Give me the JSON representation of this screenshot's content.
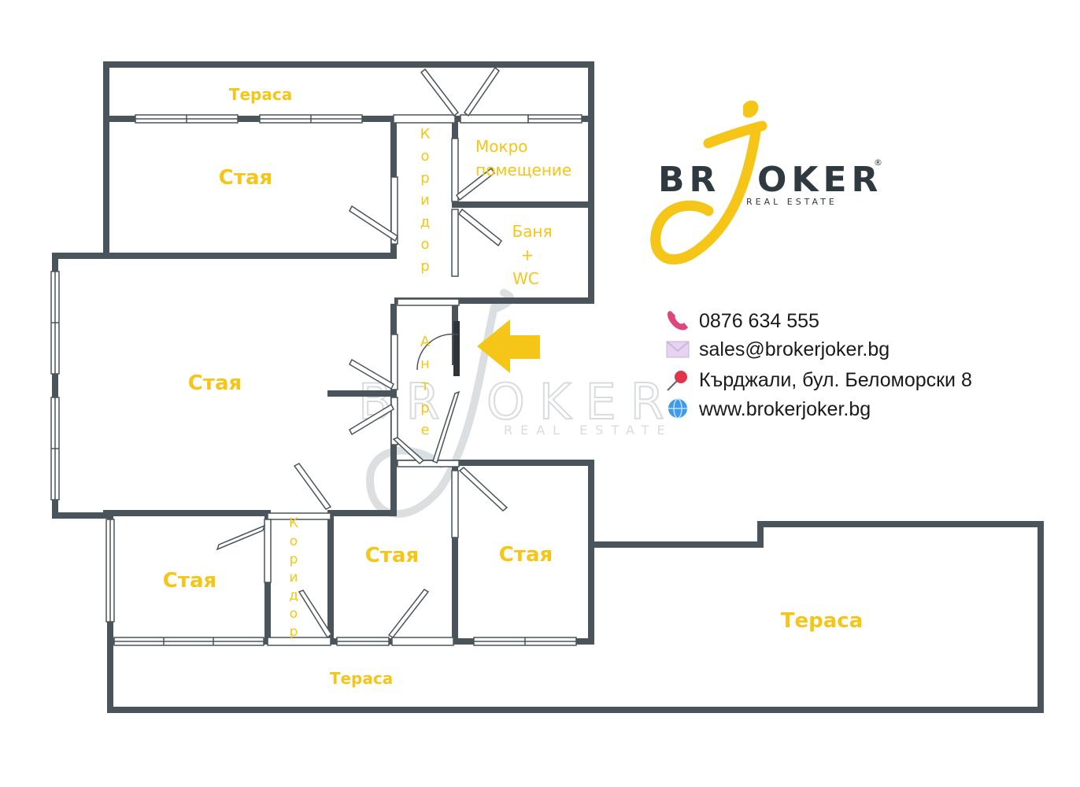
{
  "brand": {
    "name": "BR",
    "name_rest": "OKER",
    "registered": "®",
    "tagline": "REAL ESTATE",
    "accent_color": "#f5c518",
    "wall_color": "#4a545b"
  },
  "rooms": {
    "terrace_top": "Тераса",
    "room_top": "Стая",
    "room_big": "Стая",
    "room_bottom_left": "Стая",
    "room_bottom_mid": "Стая",
    "room_bottom_right": "Стая",
    "terrace_bottom": "Тераса",
    "terrace_right": "Тераса",
    "wet_room_line1": "Мокро",
    "wet_room_line2": "помещение",
    "bath_line1": "Баня",
    "bath_line2": "+",
    "bath_line3": "WC",
    "corridor_top": [
      "К",
      "о",
      "р",
      "и",
      "д",
      "о",
      "р"
    ],
    "entrance": [
      "А",
      "н",
      "т",
      "р",
      "е"
    ],
    "corridor_bottom": [
      "К",
      "о",
      "р",
      "и",
      "д",
      "о",
      "р"
    ]
  },
  "entrance_arrow_icon": "arrow-left-icon",
  "contacts": [
    {
      "icon": "phone-icon",
      "text": "0876 634 555"
    },
    {
      "icon": "envelope-icon",
      "text": "sales@brokerjoker.bg"
    },
    {
      "icon": "pushpin-icon",
      "text": "Кърджали, бул. Беломорски 8"
    },
    {
      "icon": "globe-icon",
      "text": "www.brokerjoker.bg"
    }
  ]
}
